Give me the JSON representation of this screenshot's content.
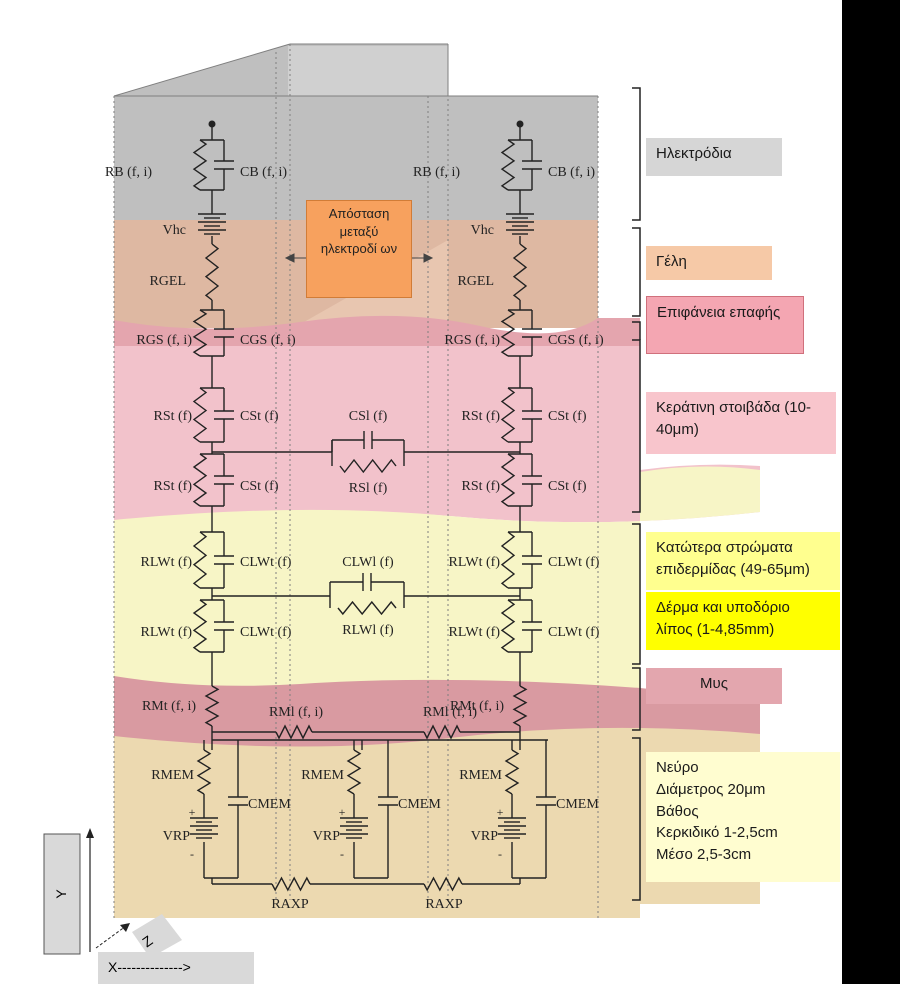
{
  "layers": [
    {
      "key": "electrodes",
      "label": "Ηλεκτρόδια",
      "color": "#bfbfbf",
      "label_bg": "#d6d6d6"
    },
    {
      "key": "gel",
      "label": "Γέλη",
      "color": "#deb8a2",
      "label_bg": "#f6c9a7"
    },
    {
      "key": "contact",
      "label": "Επιφάνεια επαφής",
      "color": "#e4a5ae",
      "label_bg": "#f4a6b2"
    },
    {
      "key": "stratum",
      "label": "Κεράτινη στοιβάδα (10-40μm)",
      "color": "#f2c2cb",
      "label_bg": "#f8c5cc"
    },
    {
      "key": "lower_epidermis",
      "label": "Κατώτερα στρώματα επιδερμίδας (49-65μm)",
      "color": "#f7f5c6",
      "label_bg": "#ffff8f"
    },
    {
      "key": "dermis",
      "label": "Δέρμα και υποδόριο λίπος (1-4,85mm)",
      "color": "#f7f5c6",
      "label_bg": "#ffff00"
    },
    {
      "key": "muscle",
      "label": "Μυς",
      "color": "#d99aa1",
      "label_bg": "#e3a6ae"
    },
    {
      "key": "nerve",
      "label": "Νεύρο\nΔιάμετρος 20μm\nΒάθος\nΚερκιδικό 1-2,5cm\nΜέσο 2,5-3cm",
      "color": "#ecd9b0",
      "label_bg": "#fffdd0"
    }
  ],
  "electrode_distance_note": "Απόσταση μεταξύ ηλεκτροδί ων",
  "components": {
    "rb": "RB (f, i)",
    "cb": "CB (f, i)",
    "vhc": "Vhc",
    "rgel": "RGEL",
    "rgs": "RGS (f, i)",
    "cgs": "CGS (f, i)",
    "rst": "RSt (f)",
    "cst": "CSt (f)",
    "csl": "CSl (f)",
    "rsl": "RSl (f)",
    "rlwt": "RLWt (f)",
    "clwt": "CLWt (f)",
    "clwl": "CLWl (f)",
    "rlwl": "RLWl (f)",
    "rmt": "RMt (f, i)",
    "rml": "RMl (f, i)",
    "rmem": "RMEM",
    "cmem": "CMEM",
    "vrp": "VRP",
    "raxp": "RAXP",
    "plus": "+",
    "minus": "-"
  },
  "axes": {
    "x": "X-------------->",
    "y": "Y",
    "z": "Z"
  },
  "colors": {
    "wire": "#222222",
    "frame": "#7f7f7f",
    "bracket": "#222222"
  }
}
